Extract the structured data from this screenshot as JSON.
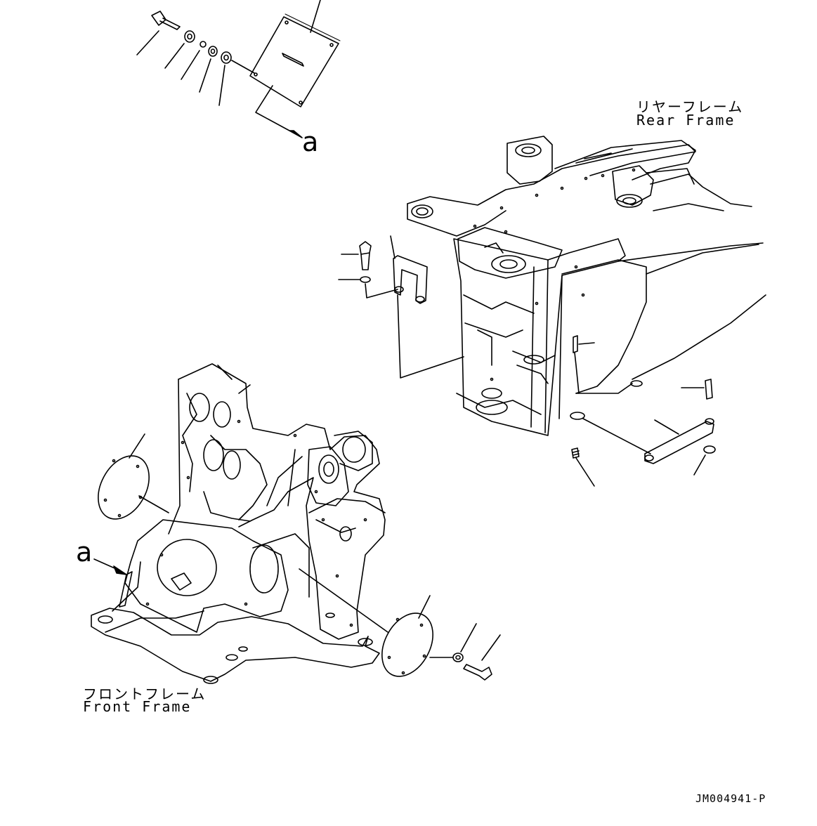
{
  "labels": {
    "rear_frame_jp": "リヤーフレーム",
    "rear_frame_en": "Rear Frame",
    "front_frame_jp": "フロントフレーム",
    "front_frame_en": "Front Frame",
    "detail_ref_top": "a",
    "detail_ref_left": "a",
    "drawing_code": "JM004941-P"
  }
}
